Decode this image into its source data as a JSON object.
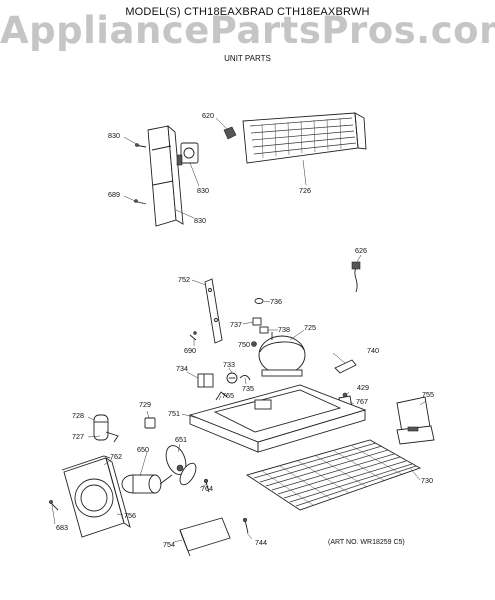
{
  "header": {
    "model": "MODEL(S) CTH18EAXBRAD  CTH18EAXBRWH",
    "section": "UNIT PARTS"
  },
  "watermark": "AppliancePartsPros.com",
  "art_number": "(ART NO. WR18259 C5)",
  "labels": {
    "l620": "620",
    "l830a": "830",
    "l830b": "830",
    "l830c": "830",
    "l689": "689",
    "l726": "726",
    "l626": "626",
    "l752": "752",
    "l736": "736",
    "l737": "737",
    "l738": "738",
    "l725": "725",
    "l750": "750",
    "l690": "690",
    "l733": "733",
    "l734": "734",
    "l735": "735",
    "l740": "740",
    "l765": "765",
    "l429": "429",
    "l767": "767",
    "l755": "755",
    "l729": "729",
    "l751": "751",
    "l728": "728",
    "l727": "727",
    "l651": "651",
    "l650": "650",
    "l762": "762",
    "l764": "764",
    "l730": "730",
    "l756": "756",
    "l683": "683",
    "l754": "754",
    "l744": "744"
  }
}
